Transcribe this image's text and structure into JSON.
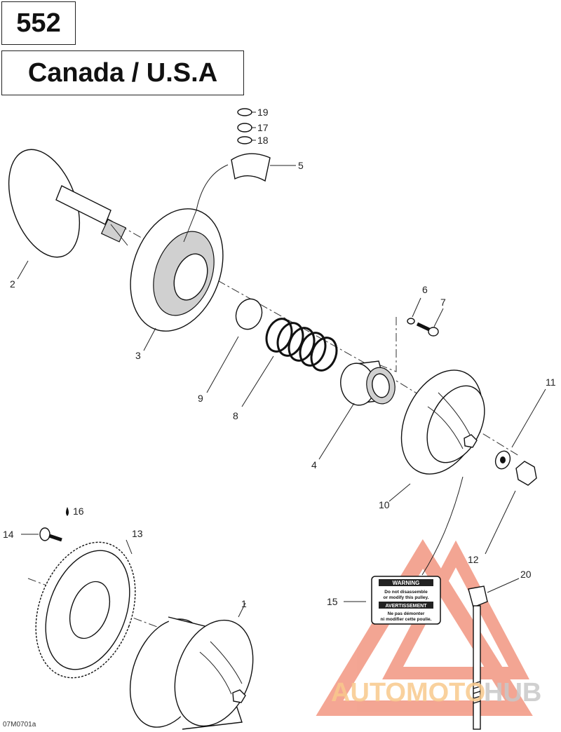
{
  "header": {
    "model": "552",
    "region": "Canada / U.S.A"
  },
  "drawing_code": "07M0701a",
  "watermark": {
    "brand_part1": "AUTOMOTO",
    "brand_part2": "HUB",
    "color_primary": "#f4a88a",
    "color_secondary": "#f9c98c"
  },
  "warning_label": {
    "title1": "WARNING",
    "line1": "Do not disassemble",
    "line2": "or modify this pulley.",
    "title2": "AVERTISSEMENT",
    "line3": "Ne pas démonter",
    "line4": "ni modifier cette poulie."
  },
  "callouts": {
    "c1": "1",
    "c2": "2",
    "c3": "3",
    "c4": "4",
    "c5": "5",
    "c6": "6",
    "c7": "7",
    "c8": "8",
    "c9": "9",
    "c10": "10",
    "c11": "11",
    "c12": "12",
    "c13": "13",
    "c14": "14",
    "c15": "15",
    "c16": "16",
    "c17": "17",
    "c18": "18",
    "c19": "19",
    "c20": "20"
  }
}
